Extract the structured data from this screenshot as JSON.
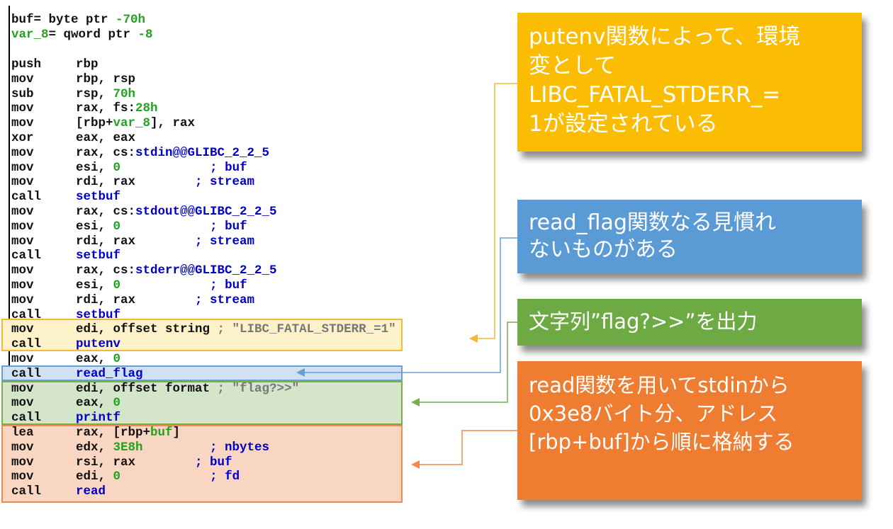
{
  "header": [
    [
      {
        "t": "buf= byte ptr ",
        "c": ""
      },
      {
        "t": "-70h",
        "c": "tk-g"
      }
    ],
    [
      {
        "t": "var_8",
        "c": "tk-g"
      },
      {
        "t": "= qword ptr ",
        "c": ""
      },
      {
        "t": "-8",
        "c": "tk-g"
      }
    ]
  ],
  "instructions": [
    {
      "m": "push",
      "ops": [
        {
          "t": "rbp"
        }
      ]
    },
    {
      "m": "mov",
      "ops": [
        {
          "t": "rbp, rsp"
        }
      ]
    },
    {
      "m": "sub",
      "ops": [
        {
          "t": "rsp, "
        },
        {
          "t": "70h",
          "c": "tk-g"
        }
      ]
    },
    {
      "m": "mov",
      "ops": [
        {
          "t": "rax, fs:"
        },
        {
          "t": "28h",
          "c": "tk-g"
        }
      ]
    },
    {
      "m": "mov",
      "ops": [
        {
          "t": "[rbp+"
        },
        {
          "t": "var_8",
          "c": "tk-g"
        },
        {
          "t": "], rax"
        }
      ]
    },
    {
      "m": "xor",
      "ops": [
        {
          "t": "eax, eax"
        }
      ]
    },
    {
      "m": "mov",
      "ops": [
        {
          "t": "rax, cs:"
        },
        {
          "t": "stdin@@GLIBC_2_2_5",
          "c": "tk-b"
        }
      ]
    },
    {
      "m": "mov",
      "ops": [
        {
          "t": "esi, "
        },
        {
          "t": "0",
          "c": "tk-g"
        },
        {
          "t": "            "
        },
        {
          "t": "; buf",
          "c": "tk-b"
        }
      ]
    },
    {
      "m": "mov",
      "ops": [
        {
          "t": "rdi, rax        "
        },
        {
          "t": "; stream",
          "c": "tk-b"
        }
      ]
    },
    {
      "m": "call",
      "ops": [
        {
          "t": "setbuf",
          "c": "tk-b"
        }
      ]
    },
    {
      "m": "mov",
      "ops": [
        {
          "t": "rax, cs:"
        },
        {
          "t": "stdout@@GLIBC_2_2_5",
          "c": "tk-b"
        }
      ]
    },
    {
      "m": "mov",
      "ops": [
        {
          "t": "esi, "
        },
        {
          "t": "0",
          "c": "tk-g"
        },
        {
          "t": "            "
        },
        {
          "t": "; buf",
          "c": "tk-b"
        }
      ]
    },
    {
      "m": "mov",
      "ops": [
        {
          "t": "rdi, rax        "
        },
        {
          "t": "; stream",
          "c": "tk-b"
        }
      ]
    },
    {
      "m": "call",
      "ops": [
        {
          "t": "setbuf",
          "c": "tk-b"
        }
      ]
    },
    {
      "m": "mov",
      "ops": [
        {
          "t": "rax, cs:"
        },
        {
          "t": "stderr@@GLIBC_2_2_5",
          "c": "tk-b"
        }
      ]
    },
    {
      "m": "mov",
      "ops": [
        {
          "t": "esi, "
        },
        {
          "t": "0",
          "c": "tk-g"
        },
        {
          "t": "            "
        },
        {
          "t": "; buf",
          "c": "tk-b"
        }
      ]
    },
    {
      "m": "mov",
      "ops": [
        {
          "t": "rdi, rax        "
        },
        {
          "t": "; stream",
          "c": "tk-b"
        }
      ]
    },
    {
      "m": "call",
      "ops": [
        {
          "t": "setbuf",
          "c": "tk-b"
        }
      ]
    },
    {
      "m": "mov",
      "ops": [
        {
          "t": "edi, offset "
        },
        {
          "t": "string",
          "c": ""
        },
        {
          "t": " ; \"LIBC_FATAL_STDERR_=1\"",
          "c": "tk-c"
        }
      ]
    },
    {
      "m": "call",
      "ops": [
        {
          "t": "putenv",
          "c": "tk-b"
        }
      ]
    },
    {
      "m": "mov",
      "ops": [
        {
          "t": "eax, "
        },
        {
          "t": "0",
          "c": "tk-g"
        }
      ]
    },
    {
      "m": "call",
      "ops": [
        {
          "t": "read_flag",
          "c": "tk-b"
        }
      ]
    },
    {
      "m": "mov",
      "ops": [
        {
          "t": "edi, offset "
        },
        {
          "t": "format",
          "c": ""
        },
        {
          "t": " ; \"flag?>>\"",
          "c": "tk-c"
        }
      ]
    },
    {
      "m": "mov",
      "ops": [
        {
          "t": "eax, "
        },
        {
          "t": "0",
          "c": "tk-g"
        }
      ]
    },
    {
      "m": "call",
      "ops": [
        {
          "t": "printf",
          "c": "tk-b"
        }
      ]
    },
    {
      "m": "lea",
      "ops": [
        {
          "t": "rax, [rbp+"
        },
        {
          "t": "buf",
          "c": "tk-g"
        },
        {
          "t": "]"
        }
      ]
    },
    {
      "m": "mov",
      "ops": [
        {
          "t": "edx, "
        },
        {
          "t": "3E8h",
          "c": "tk-g"
        },
        {
          "t": "         "
        },
        {
          "t": "; nbytes",
          "c": "tk-b"
        }
      ]
    },
    {
      "m": "mov",
      "ops": [
        {
          "t": "rsi, rax        "
        },
        {
          "t": "; buf",
          "c": "tk-b"
        }
      ]
    },
    {
      "m": "mov",
      "ops": [
        {
          "t": "edi, "
        },
        {
          "t": "0",
          "c": "tk-g"
        },
        {
          "t": "            "
        },
        {
          "t": "; fd",
          "c": "tk-b"
        }
      ]
    },
    {
      "m": "call",
      "ops": [
        {
          "t": "read",
          "c": "tk-b"
        }
      ]
    }
  ],
  "callouts": {
    "putenv": {
      "lines": [
        "putenv関数によって、環境",
        "変として",
        "LIBC_FATAL_STDERR_=",
        "1が設定されている"
      ]
    },
    "read_flag": {
      "lines": [
        "read_flag関数なる見慣れ",
        "ないものがある"
      ]
    },
    "printf": {
      "lines": [
        "文字列”flag?>>”を出力"
      ]
    },
    "read": {
      "lines": [
        "read関数を用いてstdinから",
        "0x3e8バイト分、アドレス",
        "[rbp+buf]から順に格納する"
      ]
    }
  },
  "colors": {
    "yellow": "#fbbc04",
    "blue": "#5a9bd5",
    "green": "#6daa43",
    "orange": "#ee7d31",
    "arrow_yellow": "#f6b835",
    "arrow_blue": "#6b9fd1",
    "arrow_green": "#77ad4e",
    "arrow_orange": "#ef8a4c"
  }
}
